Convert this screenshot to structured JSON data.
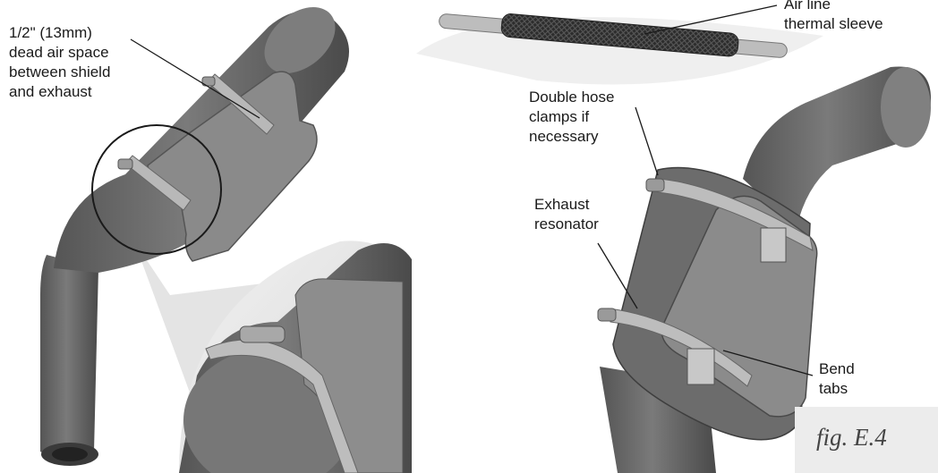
{
  "labels": {
    "dead_air_space": "1/2\" (13mm)\ndead air space\nbetween shield\nand exhaust",
    "air_line_sleeve": "Air line\nthermal sleeve",
    "double_hose_clamps": "Double hose\nclamps if\nnecessary",
    "exhaust_resonator": "Exhaust\nresonator",
    "bend_tabs": "Bend\ntabs"
  },
  "figure": {
    "label": "fig. E.4"
  },
  "colors": {
    "pipe": "#6e6e6e",
    "pipe_dark": "#444444",
    "shield": "#858585",
    "clamp": "#b5b5b5",
    "sleeve": "#2f2f2f",
    "line": "#1a1a1a"
  }
}
